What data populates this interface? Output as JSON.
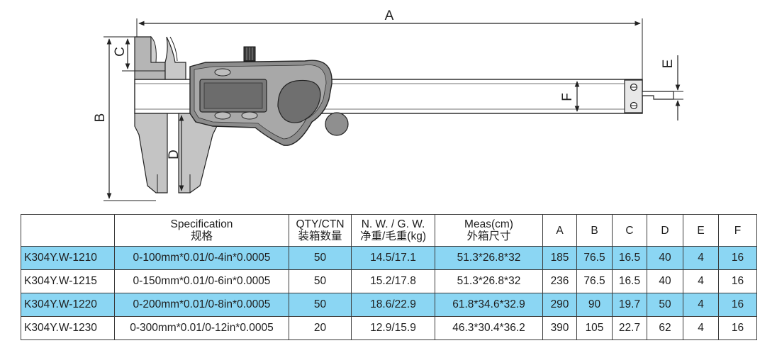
{
  "diagram": {
    "labels": {
      "A": "A",
      "B": "B",
      "C": "C",
      "D": "D",
      "E": "E",
      "F": "F"
    }
  },
  "table": {
    "headers": {
      "model": "",
      "spec_en": "Specification",
      "spec_cn": "规格",
      "qty_en": "QTY/CTN",
      "qty_cn": "装箱数量",
      "weight_en": "N. W. / G. W.",
      "weight_cn": "净重/毛重(kg)",
      "meas_en": "Meas(cm)",
      "meas_cn": "外箱尺寸",
      "A": "A",
      "B": "B",
      "C": "C",
      "D": "D",
      "E": "E",
      "F": "F"
    },
    "rows": [
      {
        "model": "K304Y.W-1210",
        "spec": "0-100mm*0.01/0-4in*0.0005",
        "qty": "50",
        "weight": "14.5/17.1",
        "meas": "51.3*26.8*32",
        "A": "185",
        "B": "76.5",
        "C": "16.5",
        "D": "40",
        "E": "4",
        "F": "16",
        "highlight": true
      },
      {
        "model": "K304Y.W-1215",
        "spec": "0-150mm*0.01/0-6in*0.0005",
        "qty": "50",
        "weight": "15.2/17.8",
        "meas": "51.3*26.8*32",
        "A": "236",
        "B": "76.5",
        "C": "16.5",
        "D": "40",
        "E": "4",
        "F": "16",
        "highlight": false
      },
      {
        "model": "K304Y.W-1220",
        "spec": "0-200mm*0.01/0-8in*0.0005",
        "qty": "50",
        "weight": "18.6/22.9",
        "meas": "61.8*34.6*32.9",
        "A": "290",
        "B": "90",
        "C": "19.7",
        "D": "50",
        "E": "4",
        "F": "16",
        "highlight": true
      },
      {
        "model": "K304Y.W-1230",
        "spec": "0-300mm*0.01/0-12in*0.0005",
        "qty": "20",
        "weight": "12.9/15.9",
        "meas": "46.3*30.4*36.2",
        "A": "390",
        "B": "105",
        "C": "22.7",
        "D": "62",
        "E": "4",
        "F": "16",
        "highlight": false
      }
    ]
  },
  "colors": {
    "row_highlight": "#8bd6f3",
    "line": "#2a2a2a",
    "body_gray": "#8c8c8c",
    "display_gray": "#7a7a7a"
  }
}
